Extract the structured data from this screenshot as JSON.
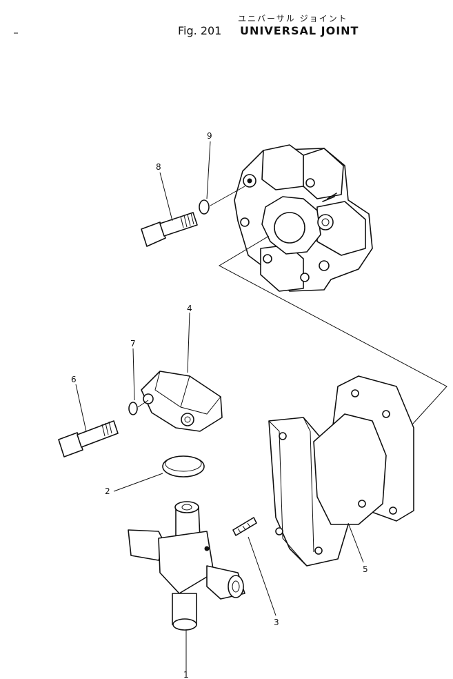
{
  "header": {
    "japanese_title": "ユニバーサル ジョイント",
    "fig_label": "Fig. 201",
    "title": "UNIVERSAL JOINT"
  },
  "callouts": [
    {
      "id": "1",
      "label": "1"
    },
    {
      "id": "2",
      "label": "2"
    },
    {
      "id": "3",
      "label": "3"
    },
    {
      "id": "4",
      "label": "4"
    },
    {
      "id": "5",
      "label": "5"
    },
    {
      "id": "6",
      "label": "6"
    },
    {
      "id": "7",
      "label": "7"
    },
    {
      "id": "8",
      "label": "8"
    },
    {
      "id": "9",
      "label": "9"
    }
  ]
}
